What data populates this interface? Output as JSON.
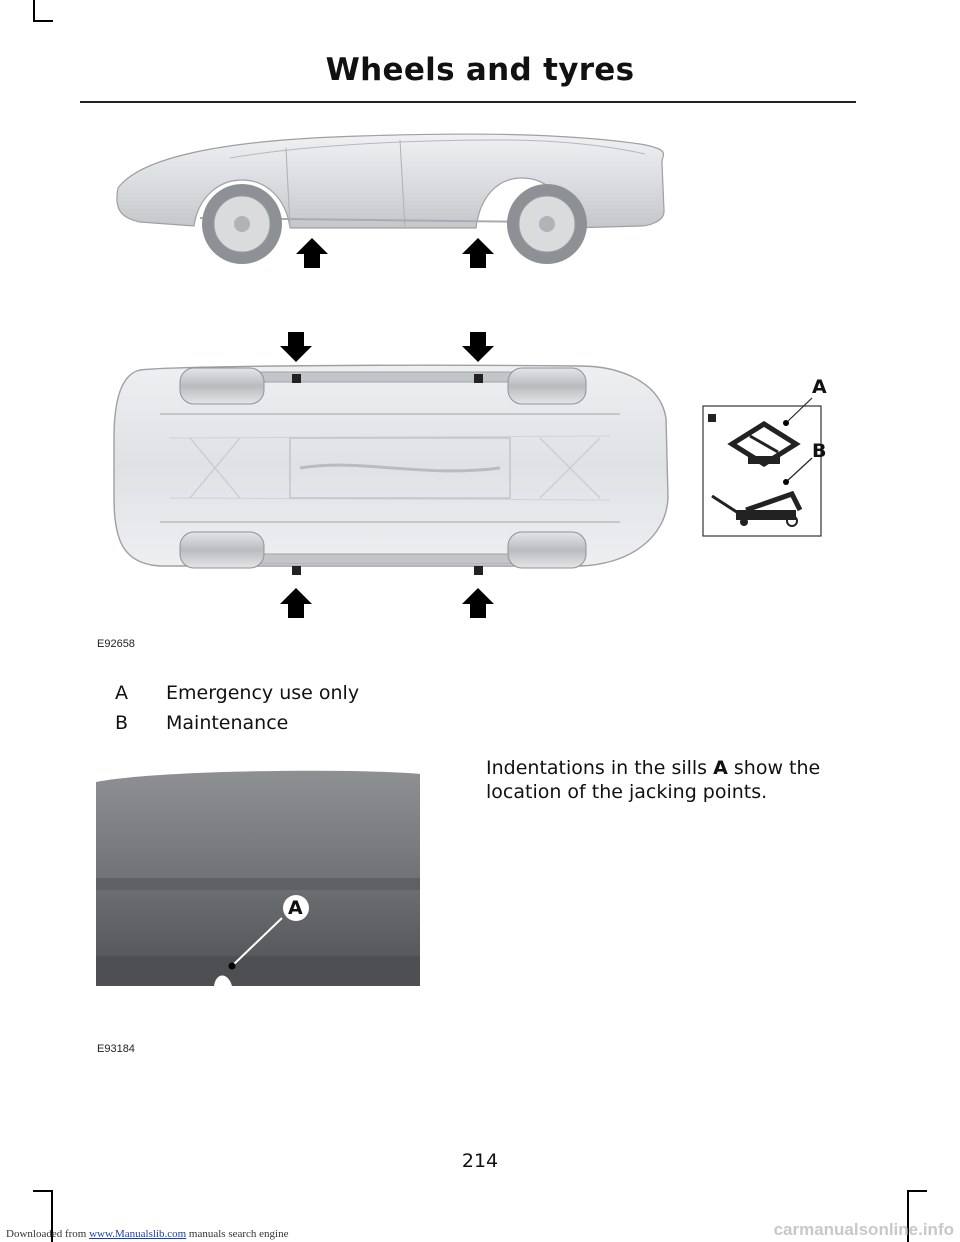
{
  "header": {
    "title": "Wheels and tyres"
  },
  "figure1": {
    "code": "E92658",
    "callout_a": "A",
    "callout_b": "B"
  },
  "legend": [
    {
      "letter": "A",
      "text": "Emergency use only"
    },
    {
      "letter": "B",
      "text": "Maintenance"
    }
  ],
  "figure2": {
    "code": "E93184",
    "callout_a": "A"
  },
  "body": {
    "text_before": "Indentations in the sills ",
    "text_bold": "A",
    "text_after": " show the location of the jacking points."
  },
  "page_number": "214",
  "footer": {
    "prefix": "Downloaded from ",
    "link": "www.Manualslib.com",
    "suffix": "  manuals search engine"
  },
  "watermark": "carmanualsonline.info"
}
